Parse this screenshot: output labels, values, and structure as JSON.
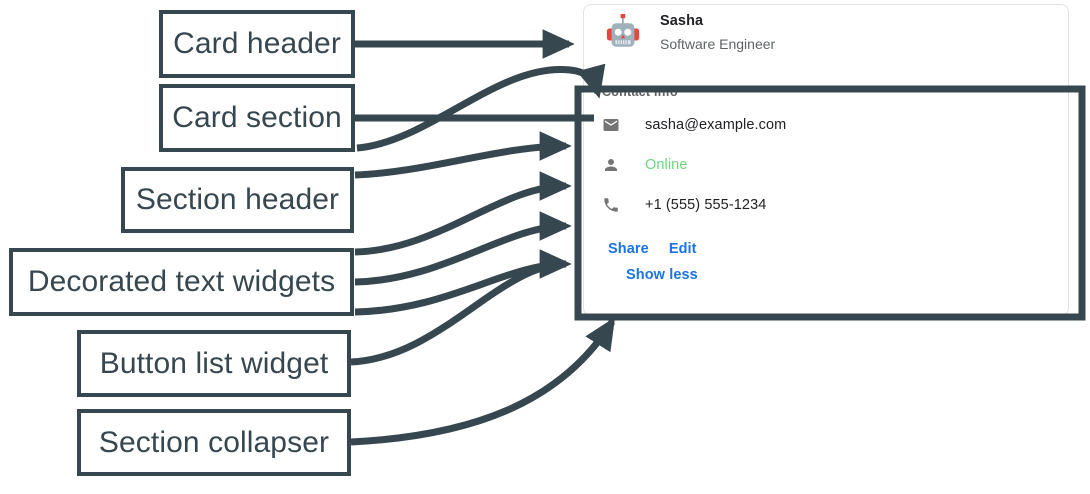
{
  "annotations": {
    "card_header": "Card header",
    "card_section": "Card section",
    "section_header": "Section header",
    "decorated_text_widgets": "Decorated text widgets",
    "button_list_widget": "Button list widget",
    "section_collapser": "Section collapser"
  },
  "colors": {
    "annotation": "#37474f",
    "link": "#1a73e8",
    "online": "#6dd47e",
    "icon": "#757575",
    "card_border": "#e3e3e3",
    "title": "#202124",
    "subtitle": "#5f6368"
  },
  "card": {
    "header": {
      "avatar": "robot-avatar",
      "title": "Sasha",
      "subtitle": "Software Engineer"
    },
    "section": {
      "header": "Contact Info",
      "widgets": [
        {
          "icon": "email-icon",
          "text": "sasha@example.com",
          "style": "default"
        },
        {
          "icon": "person-icon",
          "text": "Online",
          "style": "green"
        },
        {
          "icon": "phone-icon",
          "text": "+1 (555) 555-1234",
          "style": "default"
        }
      ],
      "buttons": [
        {
          "label": "Share"
        },
        {
          "label": "Edit"
        }
      ],
      "collapser": {
        "label": "Show less"
      }
    }
  }
}
